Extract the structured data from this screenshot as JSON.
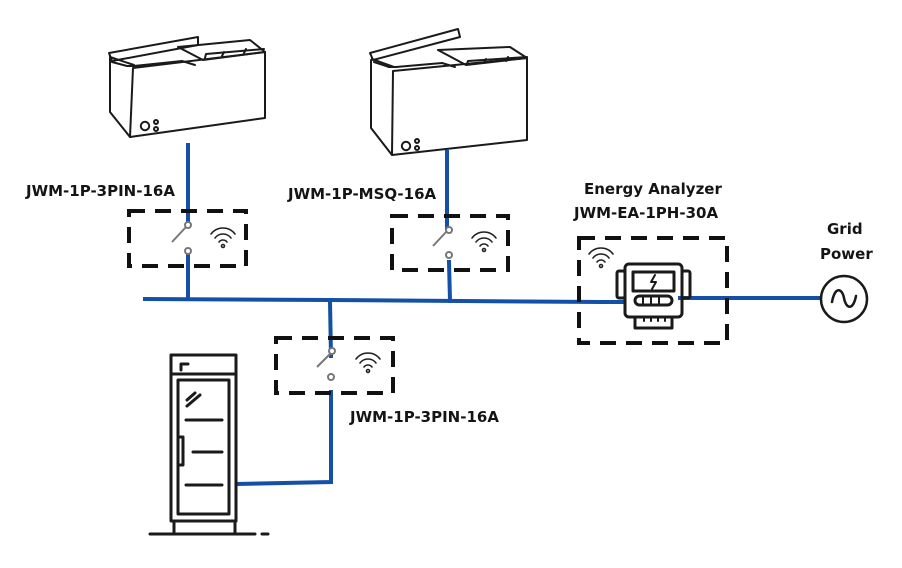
{
  "diagram": {
    "title": "Energy monitoring wiring diagram",
    "colors": {
      "wire": "#1550a8",
      "outline": "#111111",
      "switch": "#777777",
      "background": "#ffffff"
    },
    "nodes": [
      {
        "id": "freezer-1",
        "type": "chest-freezer",
        "icon": "chest-freezer-icon"
      },
      {
        "id": "freezer-2",
        "type": "chest-freezer",
        "icon": "chest-freezer-icon"
      },
      {
        "id": "fridge-1",
        "type": "display-refrigerator",
        "icon": "upright-fridge-icon"
      },
      {
        "id": "switch-1",
        "type": "smart-switch",
        "label": "JWM-1P-3PIN-16A",
        "icon": "wifi-icon"
      },
      {
        "id": "switch-2",
        "type": "smart-switch",
        "label": "JWM-1P-MSQ-16A",
        "icon": "wifi-icon"
      },
      {
        "id": "switch-3",
        "type": "smart-switch",
        "label": "JWM-1P-3PIN-16A",
        "icon": "wifi-icon"
      },
      {
        "id": "analyzer",
        "type": "energy-analyzer",
        "label_line1": "Energy Analyzer",
        "label_line2": "JWM-EA-1PH-30A",
        "icon": "energy-meter-icon"
      },
      {
        "id": "grid",
        "type": "ac-source",
        "label_line1": "Grid",
        "label_line2": "Power",
        "icon": "ac-source-icon"
      }
    ],
    "edges": [
      {
        "from": "freezer-1",
        "to": "switch-1"
      },
      {
        "from": "switch-1",
        "to": "bus"
      },
      {
        "from": "freezer-2",
        "to": "switch-2"
      },
      {
        "from": "switch-2",
        "to": "bus"
      },
      {
        "from": "fridge-1",
        "to": "switch-3"
      },
      {
        "from": "switch-3",
        "to": "bus"
      },
      {
        "from": "bus",
        "to": "analyzer"
      },
      {
        "from": "analyzer",
        "to": "grid"
      }
    ]
  }
}
